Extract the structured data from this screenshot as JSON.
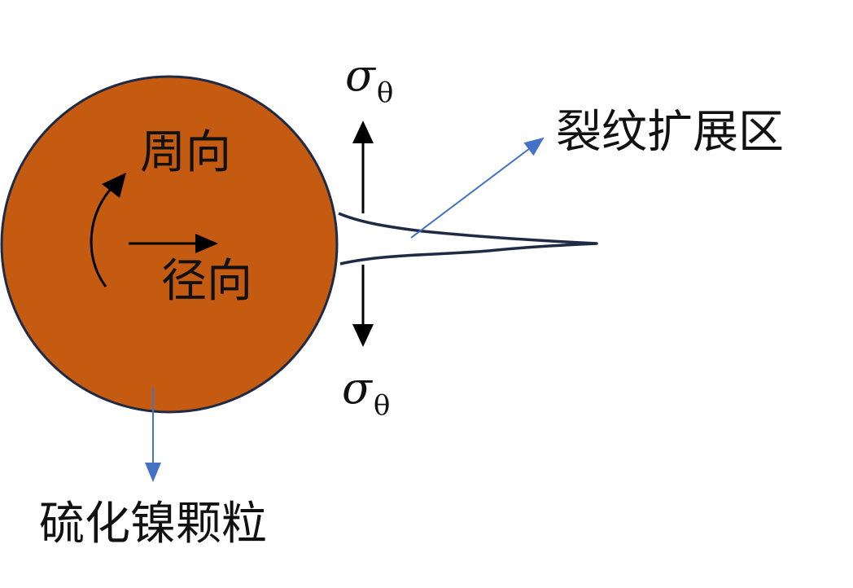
{
  "labels": {
    "circumferential": "周向",
    "radial": "径向",
    "crack_zone": "裂纹扩展区",
    "particle": "硫化镍颗粒"
  },
  "stress": {
    "symbol": "σ",
    "subscript": "θ"
  },
  "colors": {
    "particle_fill": "#C55A11",
    "particle_stroke": "#1F2A44",
    "crack_stroke": "#1F2A44",
    "leader_arrow": "#4472C4",
    "arrow": "#000000"
  },
  "icons": {
    "circumferential_direction": "curved-arrow-icon",
    "radial_direction": "right-arrow-icon",
    "stress_direction": "double-arrow-icon"
  }
}
